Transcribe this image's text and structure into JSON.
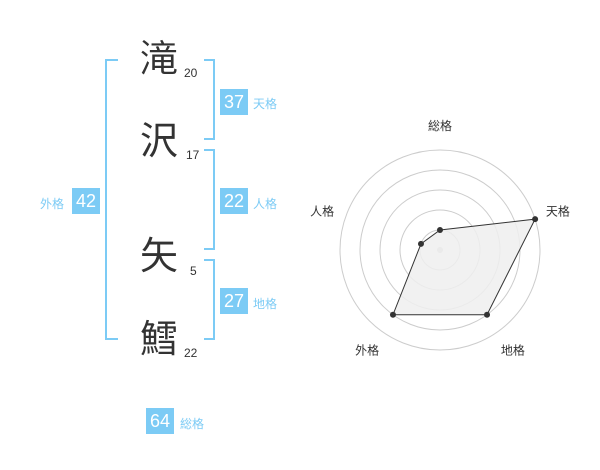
{
  "name": {
    "chars": [
      {
        "char": "滝",
        "strokes": "20"
      },
      {
        "char": "沢",
        "strokes": "17"
      },
      {
        "char": "矢",
        "strokes": "5"
      },
      {
        "char": "鱈",
        "strokes": "22"
      }
    ]
  },
  "kakusu": {
    "tenkaku": {
      "value": "37",
      "label": "天格"
    },
    "jinkaku": {
      "value": "22",
      "label": "人格"
    },
    "chikaku": {
      "value": "27",
      "label": "地格"
    },
    "gaikaku": {
      "value": "42",
      "label": "外格"
    },
    "soukaku": {
      "value": "64",
      "label": "総格"
    }
  },
  "colors": {
    "accent": "#7ccbf5",
    "text": "#333333",
    "grid": "#cccccc",
    "polygon_fill": "#eeeeee",
    "polygon_stroke": "#333333"
  },
  "chart_data": {
    "type": "radar",
    "axes": [
      "総格",
      "天格",
      "地格",
      "外格",
      "人格"
    ],
    "values": [
      1,
      5,
      4,
      4,
      1
    ],
    "max": 5
  }
}
